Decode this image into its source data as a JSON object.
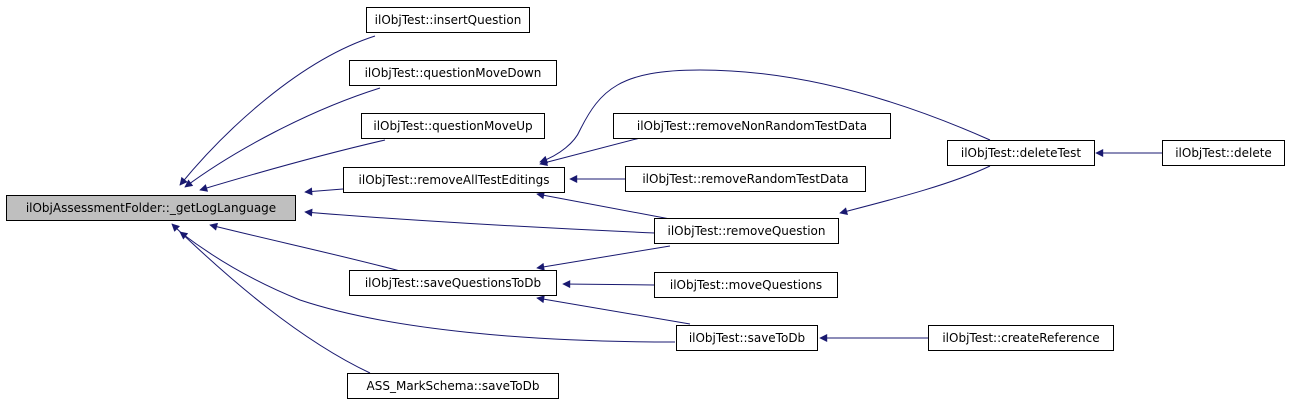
{
  "edge_color": "#191970",
  "node_fill": "#ffffff",
  "root_fill": "#bfbfbf",
  "nodes": {
    "root": {
      "label": "ilObjAssessmentFolder::_getLogLanguage"
    },
    "insertQuestion": {
      "label": "ilObjTest::insertQuestion"
    },
    "questionMoveDown": {
      "label": "ilObjTest::questionMoveDown"
    },
    "questionMoveUp": {
      "label": "ilObjTest::questionMoveUp"
    },
    "removeAllTestEditings": {
      "label": "ilObjTest::removeAllTestEditings"
    },
    "saveQuestionsToDb": {
      "label": "ilObjTest::saveQuestionsToDb"
    },
    "markSchemaSaveToDb": {
      "label": "ASS_MarkSchema::saveToDb"
    },
    "removeNonRandomTestData": {
      "label": "ilObjTest::removeNonRandomTestData"
    },
    "removeRandomTestData": {
      "label": "ilObjTest::removeRandomTestData"
    },
    "removeQuestion": {
      "label": "ilObjTest::removeQuestion"
    },
    "moveQuestions": {
      "label": "ilObjTest::moveQuestions"
    },
    "saveToDb": {
      "label": "ilObjTest::saveToDb"
    },
    "deleteTest": {
      "label": "ilObjTest::deleteTest"
    },
    "createReference": {
      "label": "ilObjTest::createReference"
    },
    "delete": {
      "label": "ilObjTest::delete"
    }
  },
  "edges": [
    {
      "from": "insertQuestion",
      "to": "root"
    },
    {
      "from": "questionMoveDown",
      "to": "root"
    },
    {
      "from": "questionMoveUp",
      "to": "root"
    },
    {
      "from": "removeAllTestEditings",
      "to": "root"
    },
    {
      "from": "removeQuestion",
      "to": "root"
    },
    {
      "from": "saveQuestionsToDb",
      "to": "root"
    },
    {
      "from": "saveToDb",
      "to": "root"
    },
    {
      "from": "markSchemaSaveToDb",
      "to": "root"
    },
    {
      "from": "deleteTest",
      "to": "removeAllTestEditings"
    },
    {
      "from": "removeNonRandomTestData",
      "to": "removeAllTestEditings"
    },
    {
      "from": "removeRandomTestData",
      "to": "removeAllTestEditings"
    },
    {
      "from": "removeQuestion",
      "to": "removeAllTestEditings"
    },
    {
      "from": "removeQuestion",
      "to": "saveQuestionsToDb"
    },
    {
      "from": "moveQuestions",
      "to": "saveQuestionsToDb"
    },
    {
      "from": "saveToDb",
      "to": "saveQuestionsToDb"
    },
    {
      "from": "deleteTest",
      "to": "removeQuestion"
    },
    {
      "from": "delete",
      "to": "deleteTest"
    },
    {
      "from": "createReference",
      "to": "saveToDb"
    }
  ]
}
